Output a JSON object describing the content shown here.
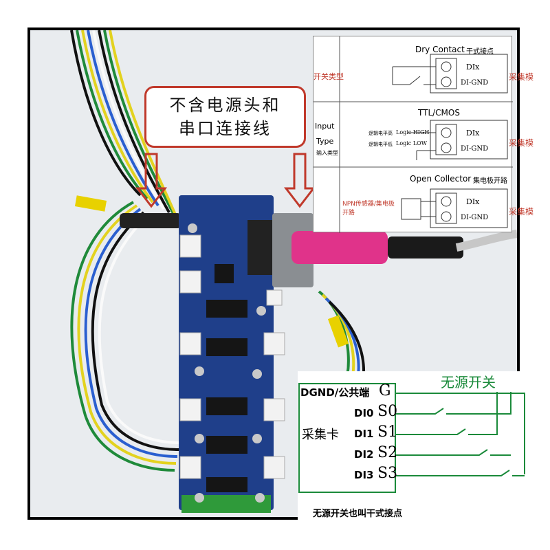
{
  "callout": {
    "line1": "不含电源头和",
    "line2": "串口连接线"
  },
  "top_panel": {
    "section1": {
      "type_label": "开关类型",
      "header": "Dry Contact",
      "header_cn": "干式接点",
      "term1": "DIx",
      "term2": "DI-GND",
      "side": "采集模"
    },
    "section2": {
      "header": "TTL/CMOS",
      "input_label": "Input",
      "type_label": "Type",
      "type_cn": "输入类型",
      "logic_high_cn": "逻辑电平高",
      "logic_high": "Logic HIGH",
      "logic_low_cn": "逻辑电平低",
      "logic_low": "Logic LOW",
      "term1": "DIx",
      "term2": "DI-GND",
      "side": "采集模"
    },
    "section3": {
      "header": "Open Collector",
      "header_cn": "集电极开路",
      "type_label": "NPN传感器/集电极开路",
      "term1": "DIx",
      "term2": "DI-GND",
      "side": "采集模"
    }
  },
  "bottom_panel": {
    "title": "无源开关",
    "rows": [
      {
        "label": "DGND/公共端",
        "pin": "G"
      },
      {
        "label": "DI0",
        "pin": "S0"
      },
      {
        "label": "DI1",
        "pin": "S1"
      },
      {
        "label": "DI2",
        "pin": "S2"
      },
      {
        "label": "DI3",
        "pin": "S3"
      }
    ],
    "card_label": "采集卡",
    "caption": "无源开关也叫干式接点"
  },
  "colors": {
    "pcb": "#1f3f8a",
    "callout_border": "#c0392b",
    "usb_pink": "#e0338a",
    "wire_yellow": "#e3d21f",
    "wire_green": "#1f8a3a",
    "arrow_red": "#c0392b"
  }
}
